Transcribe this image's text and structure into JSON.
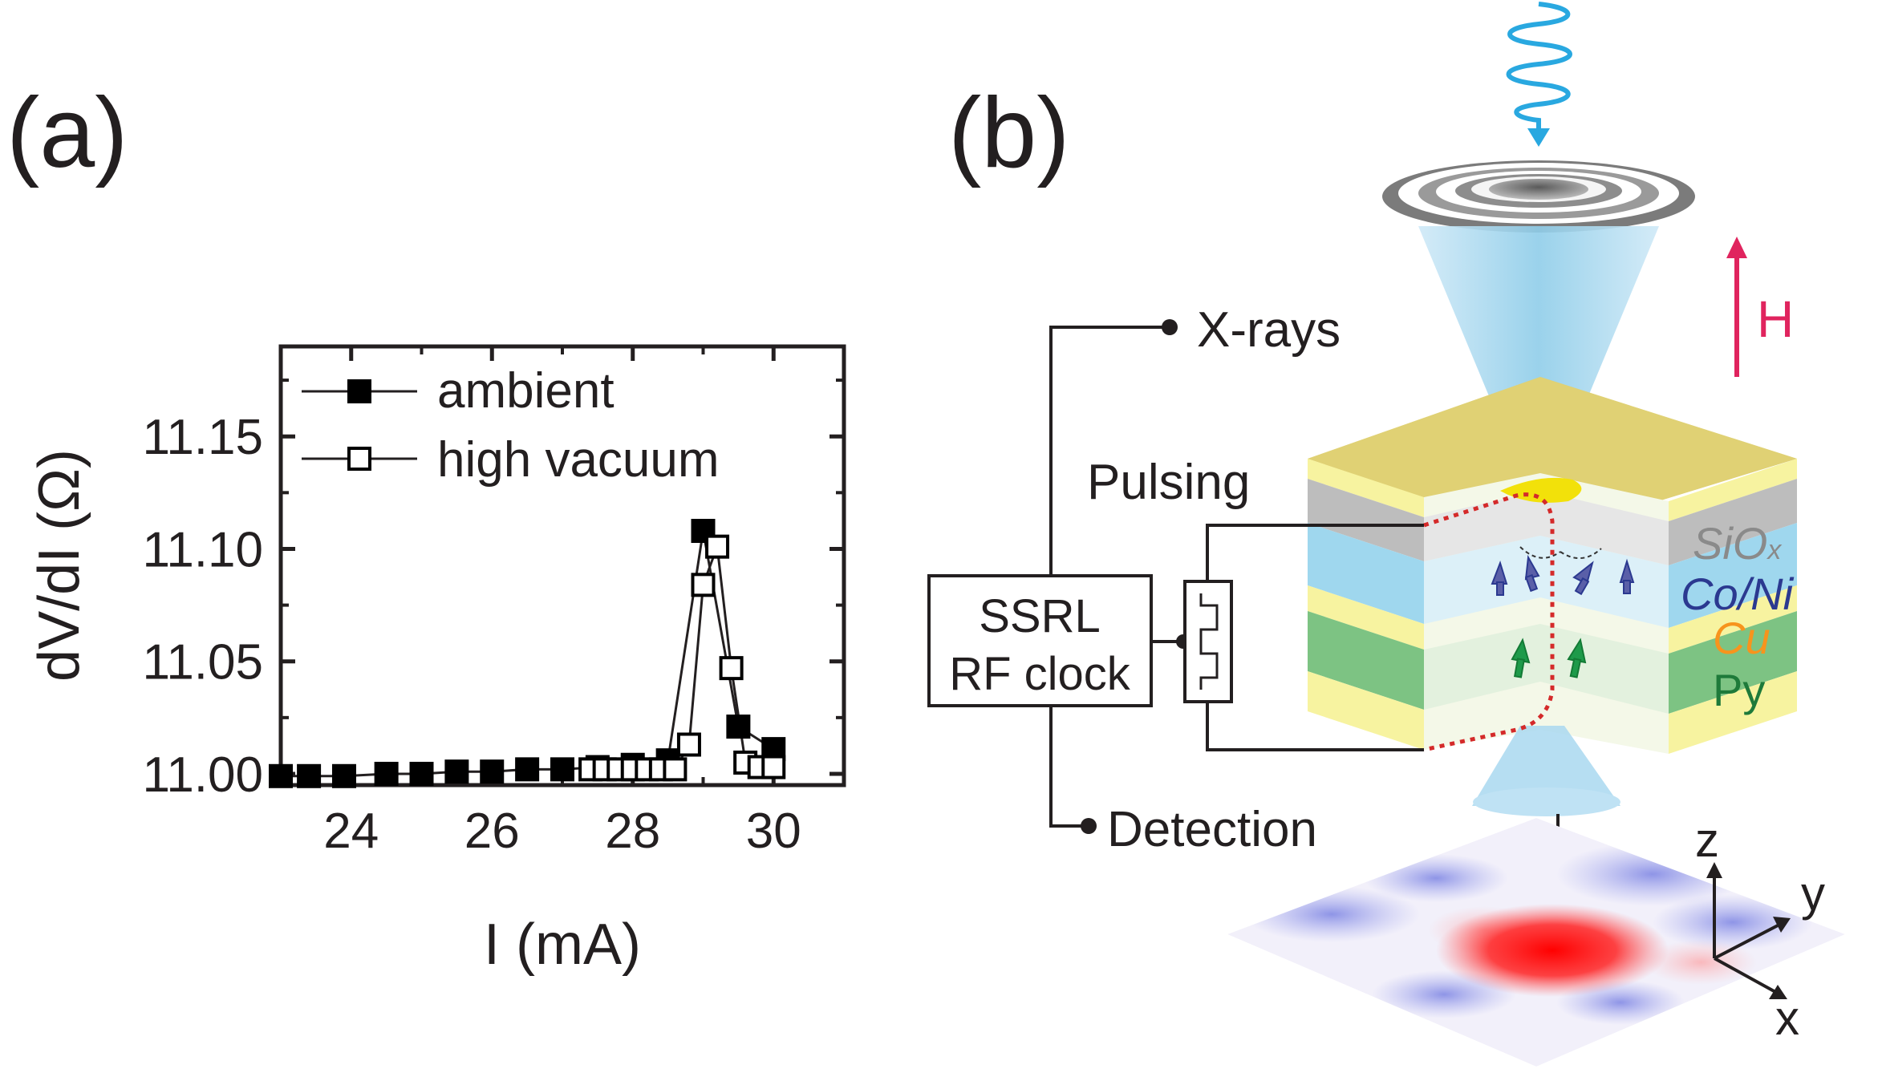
{
  "panel_a": {
    "label": "(a)",
    "chart_data": {
      "type": "scatter",
      "xlabel": "I (mA)",
      "ylabel": "dV/dI (Ω)",
      "xlim": [
        23,
        31
      ],
      "ylim": [
        10.995,
        11.19
      ],
      "x_ticks": [
        24,
        26,
        28,
        30
      ],
      "x_tick_labels": [
        "24",
        "26",
        "28",
        "30"
      ],
      "y_ticks": [
        11.0,
        11.05,
        11.1,
        11.15
      ],
      "y_tick_labels": [
        "11.00",
        "11.05",
        "11.10",
        "11.15"
      ],
      "legend_placement": "top-left",
      "series": [
        {
          "name": "ambient",
          "marker": "filled-square",
          "x": [
            23.0,
            23.4,
            23.9,
            24.5,
            25.0,
            25.5,
            26.0,
            26.5,
            27.0,
            27.5,
            28.0,
            28.5,
            29.0,
            29.5,
            30.0
          ],
          "y": [
            10.999,
            10.999,
            10.999,
            11.0,
            11.0,
            11.001,
            11.001,
            11.002,
            11.002,
            11.003,
            11.004,
            11.006,
            11.108,
            11.021,
            11.011
          ]
        },
        {
          "name": "high vacuum",
          "marker": "open-square",
          "x": [
            27.4,
            27.6,
            27.8,
            28.0,
            28.2,
            28.4,
            28.6,
            28.8,
            29.0,
            29.2,
            29.4,
            29.6,
            29.8,
            30.0
          ],
          "y": [
            11.002,
            11.002,
            11.002,
            11.002,
            11.002,
            11.002,
            11.002,
            11.013,
            11.084,
            11.101,
            11.047,
            11.005,
            11.003,
            11.003
          ]
        }
      ]
    }
  },
  "panel_b": {
    "label": "(b)",
    "labels": {
      "xrays": "X-rays",
      "pulsing": "Pulsing",
      "detection": "Detection",
      "clock_line1": "SSRL",
      "clock_line2": "RF clock",
      "field": "H",
      "axis_z": "z",
      "axis_y": "y",
      "axis_x": "x"
    },
    "layers": [
      {
        "name": "SiOx",
        "main": "SiO",
        "sub": "x",
        "color": "#8a8a8a"
      },
      {
        "name": "Co/Ni",
        "main": "Co/Ni",
        "color": "#2b3990"
      },
      {
        "name": "Cu",
        "main": "Cu",
        "color": "#f7941d"
      },
      {
        "name": "Py",
        "main": "Py",
        "color": "#1e7a3a"
      }
    ],
    "colors": {
      "xray_spiral": "#29a8e0",
      "field_arrow": "#e0245e",
      "beam": "#a9d8f0",
      "gold": "#d9c96a",
      "grey_layer": "#bcbcbc",
      "blue_layer": "#9fd7ee",
      "green_layer": "#7dc383",
      "pale_layer": "#f7f3a0",
      "current_path": "#d42a2a",
      "image_red": "#ff1010",
      "image_blue": "#7f86e6"
    }
  }
}
